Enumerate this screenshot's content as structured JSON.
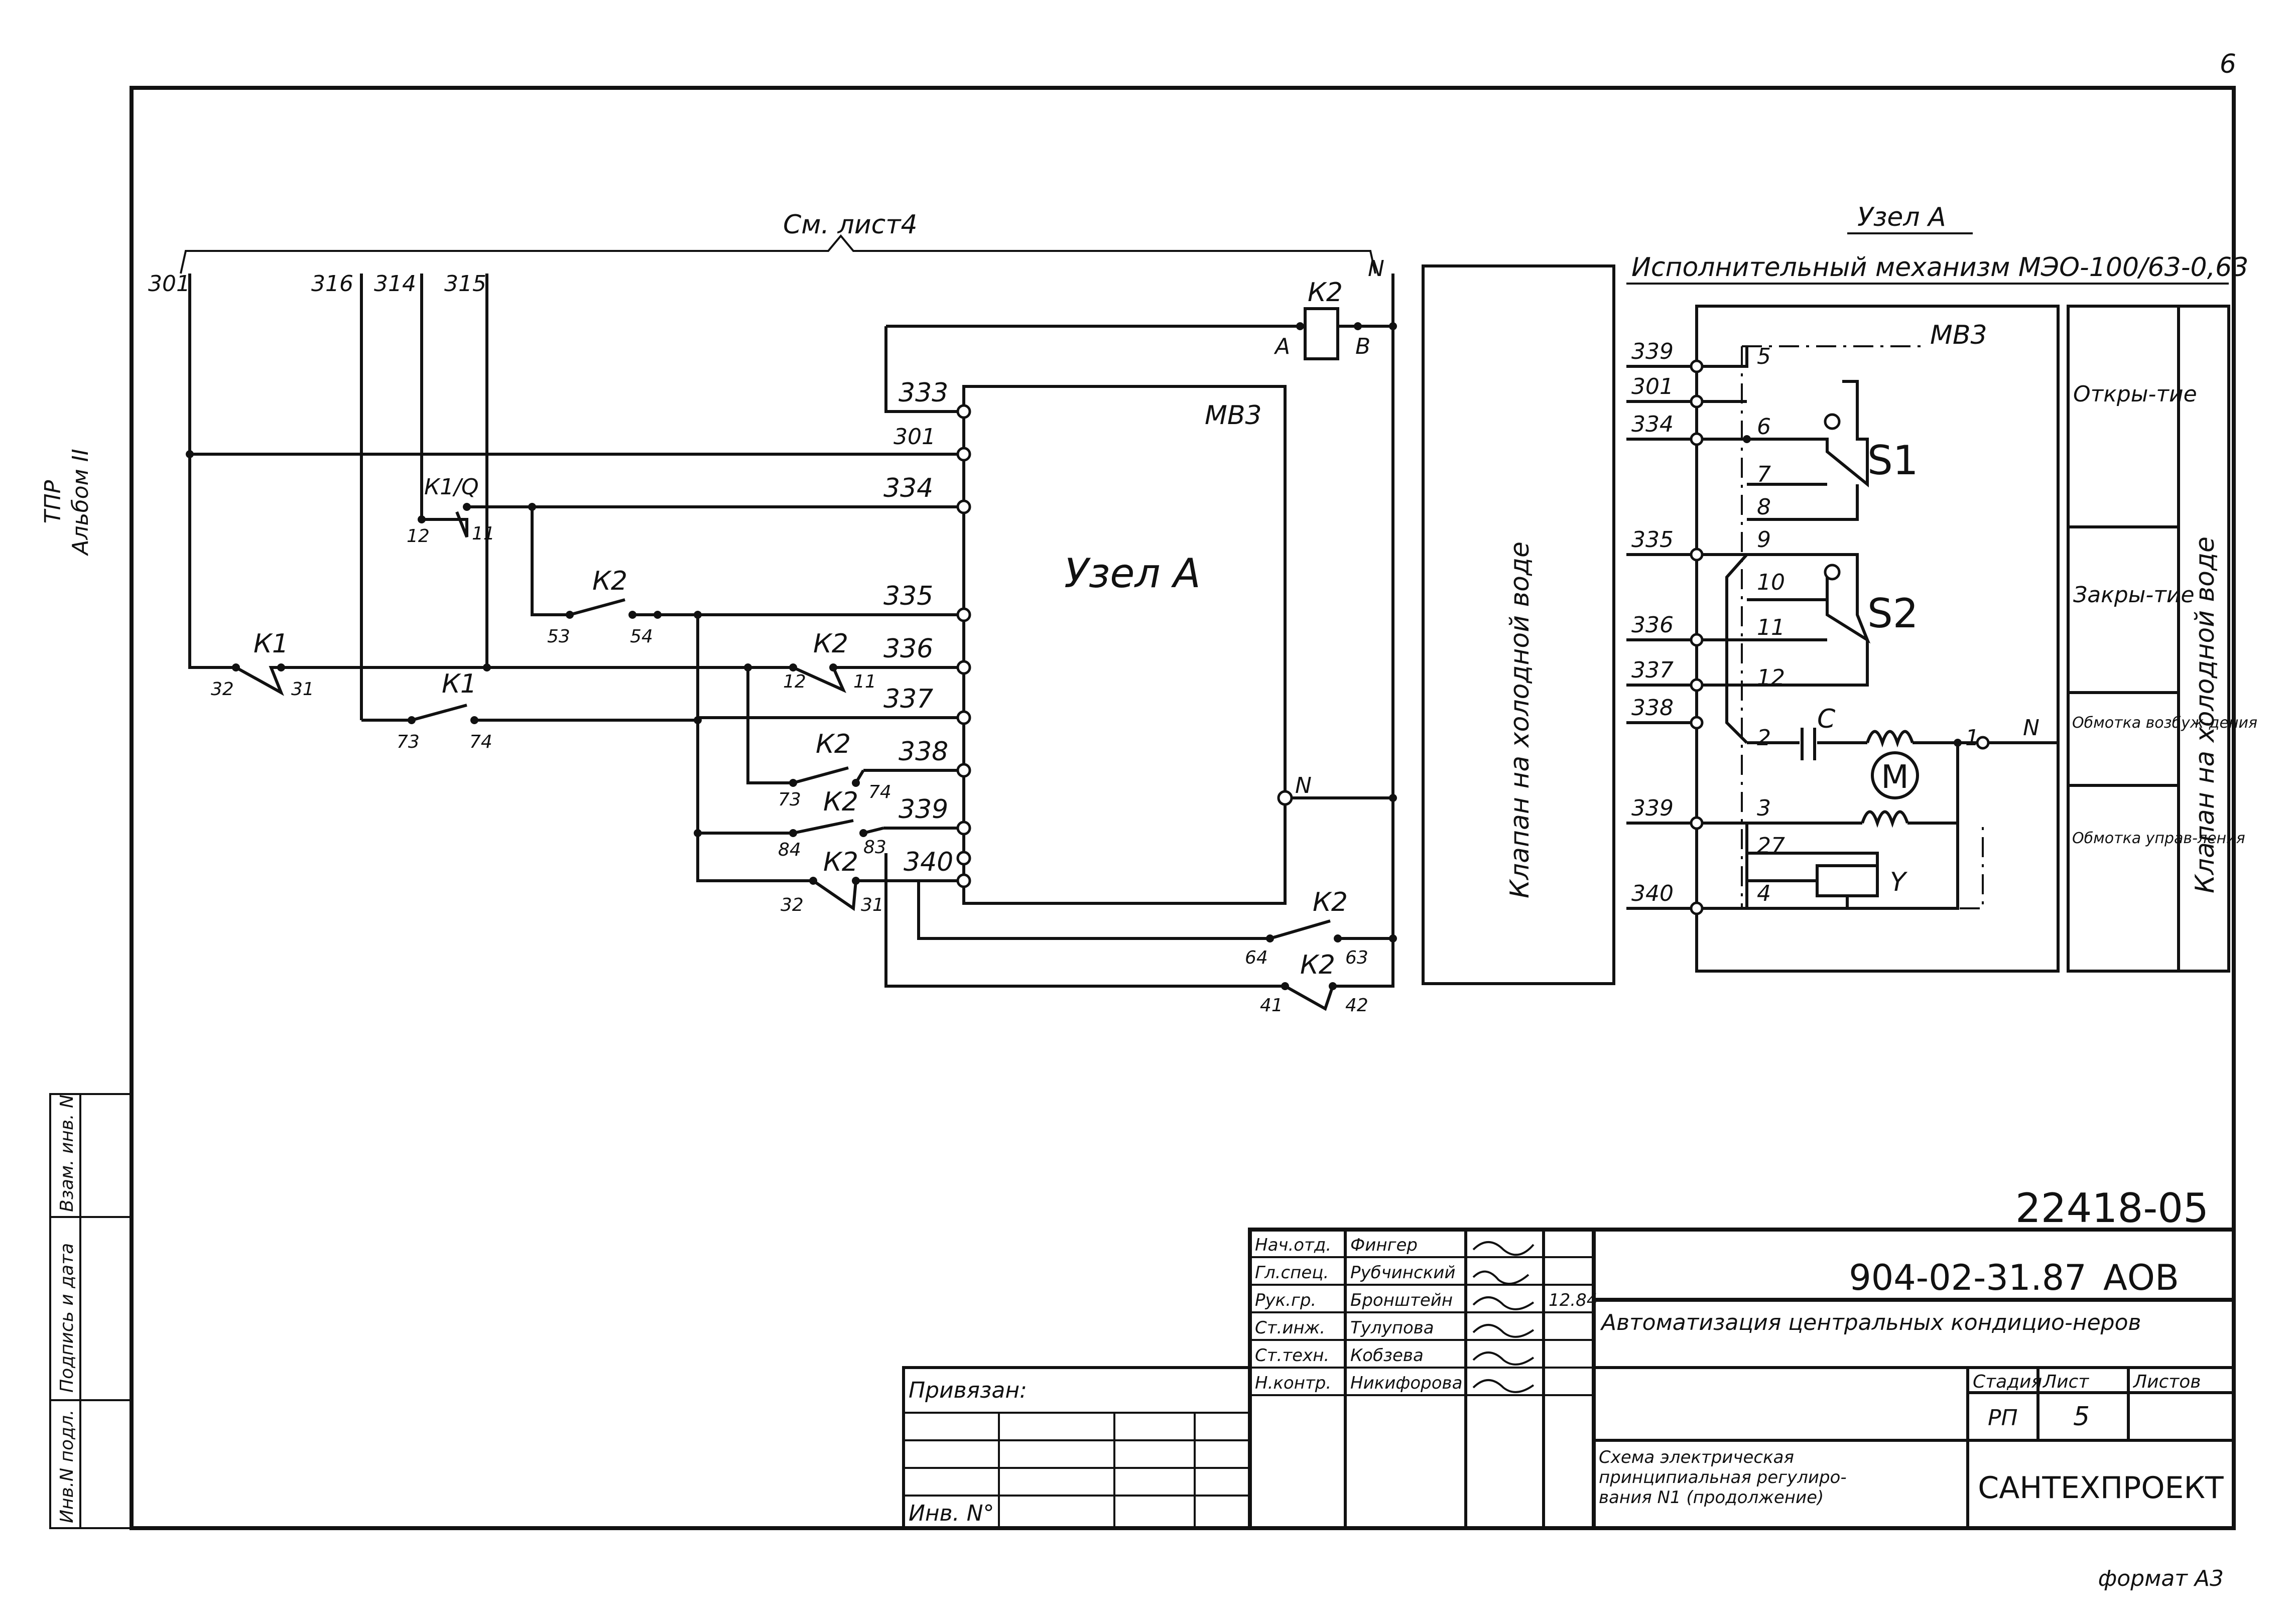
{
  "page": {
    "number": "6",
    "format": "формат А3"
  },
  "side": {
    "line1": "ТПР",
    "line2": "Альбом II"
  },
  "left_strip": [
    "Инв.N подл.",
    "Подпись и дата",
    "Взам. инв. N"
  ],
  "schematic": {
    "ref": "См. лист4",
    "top_wires": [
      "301",
      "316",
      "314",
      "315"
    ],
    "relay_k2": {
      "label": "К2",
      "pin_a": "А",
      "pin_b": "В",
      "neutral": "N"
    },
    "block": {
      "code": "МВ3",
      "title": "Узел А",
      "neutral": "N"
    },
    "wire_numbers": [
      "333",
      "301",
      "334",
      "335",
      "336",
      "337",
      "338",
      "339",
      "340"
    ],
    "contacts": [
      {
        "name": "К1/Q",
        "a": "12",
        "b": "11"
      },
      {
        "name": "К2",
        "a": "53",
        "b": "54"
      },
      {
        "name": "К1",
        "a": "32",
        "b": "31"
      },
      {
        "name": "К1",
        "a": "73",
        "b": "74"
      },
      {
        "name": "К2",
        "a": "12",
        "b": "11"
      },
      {
        "name": "К2",
        "a": "73",
        "b": "74"
      },
      {
        "name": "К2",
        "a": "84",
        "b": "83"
      },
      {
        "name": "К2",
        "a": "32",
        "b": "31"
      },
      {
        "name": "К2",
        "a": "64",
        "b": "63"
      },
      {
        "name": "К2",
        "a": "41",
        "b": "42"
      }
    ],
    "valve_label": "Клапан на холодной воде"
  },
  "node_a": {
    "title": "Узел А",
    "subtitle": "Исполнительный механизм МЭО-100/63-0,63",
    "code": "МВ3",
    "wires": [
      "339",
      "301",
      "334",
      "335",
      "336",
      "337",
      "338",
      "339",
      "340"
    ],
    "terminals": [
      "5",
      "6",
      "7",
      "8",
      "9",
      "10",
      "11",
      "12",
      "2",
      "3",
      "27",
      "4",
      "1"
    ],
    "switch_1": "S1",
    "switch_2": "S2",
    "capacitor": "С",
    "motor": "М",
    "coil": "Y",
    "neutral": "N",
    "functions": [
      "Откры-тие",
      "Закры-тие",
      "Обмотка возбуж-дения",
      "Обмотка управ-ления"
    ],
    "valve_label": "Клапан на холодной воде"
  },
  "title_block": {
    "doc_number": "22418-05",
    "code": "904-02-31.87",
    "mark": "АОВ",
    "project": "Автоматизация центральных кондицио-неров",
    "drawing": [
      "Схема электрическая",
      "принципиальная регулиро-",
      "вания N1 (продолжение)"
    ],
    "org": "САНТЕХПРОЕКТ",
    "stage_header": "Стадия",
    "sheet_header": "Лист",
    "sheets_header": "Листов",
    "stage": "РП",
    "sheet": "5",
    "bound": "Привязан:",
    "inv": "Инв. N°",
    "date": "12.84",
    "staff": [
      {
        "role": "Нач.отд.",
        "name": "Фингер"
      },
      {
        "role": "Гл.спец.",
        "name": "Рубчинский"
      },
      {
        "role": "Рук.гр.",
        "name": "Бронштейн"
      },
      {
        "role": "Ст.инж.",
        "name": "Тулупова"
      },
      {
        "role": "Ст.техн.",
        "name": "Кобзева"
      },
      {
        "role": "Н.контр.",
        "name": "Никифорова"
      }
    ]
  }
}
